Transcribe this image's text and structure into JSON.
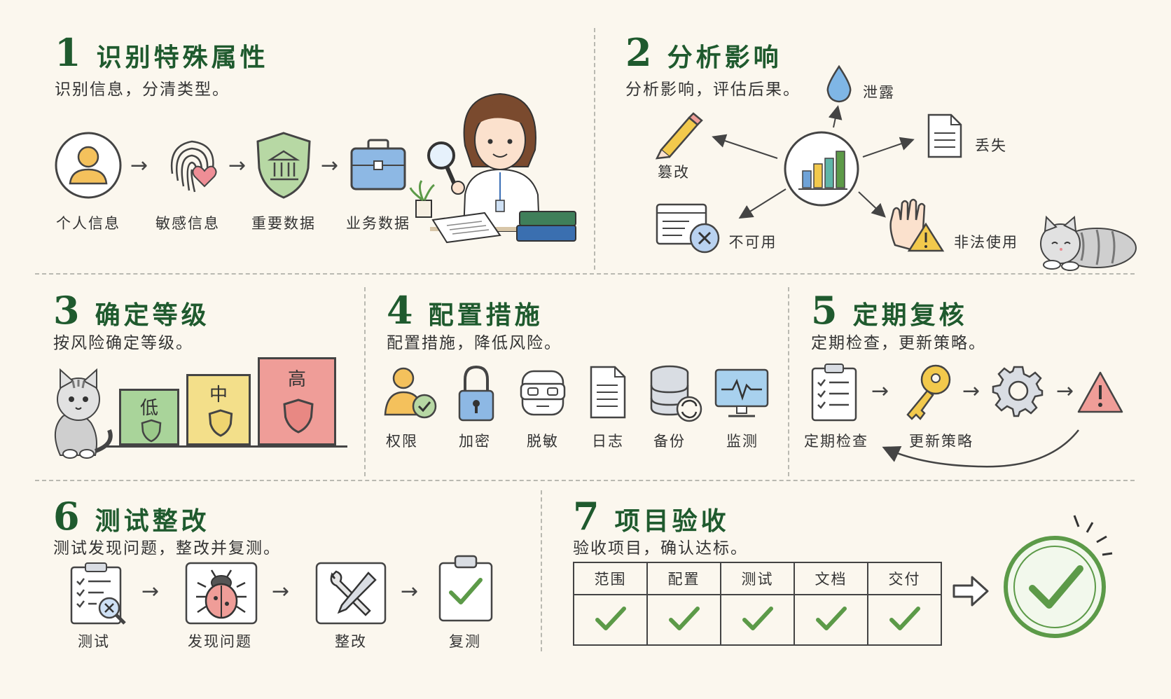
{
  "sections": {
    "s1": {
      "num": "1",
      "title": "识别特殊属性",
      "desc": "识别信息，分清类型。",
      "items": [
        {
          "label": "个人信息",
          "icon": "person-icon"
        },
        {
          "label": "敏感信息",
          "icon": "fingerprint-icon"
        },
        {
          "label": "重要数据",
          "icon": "shield-bank-icon"
        },
        {
          "label": "业务数据",
          "icon": "briefcase-icon"
        }
      ]
    },
    "s2": {
      "num": "2",
      "title": "分析影响",
      "desc": "分析影响，评估后果。",
      "center_icon": "bar-chart-icon",
      "impacts": [
        {
          "label": "泄露",
          "icon": "water-drop-icon"
        },
        {
          "label": "丢失",
          "icon": "document-icon"
        },
        {
          "label": "篡改",
          "icon": "pencil-icon"
        },
        {
          "label": "不可用",
          "icon": "window-error-icon"
        },
        {
          "label": "非法使用",
          "icon": "hand-warning-icon"
        }
      ]
    },
    "s3": {
      "num": "3",
      "title": "确定等级",
      "desc": "按风险确定等级。",
      "levels": [
        {
          "label": "低",
          "color": "#a9d49a"
        },
        {
          "label": "中",
          "color": "#f3df8a"
        },
        {
          "label": "高",
          "color": "#ef9d98"
        }
      ]
    },
    "s4": {
      "num": "4",
      "title": "配置措施",
      "desc": "配置措施，降低风险。",
      "items": [
        {
          "label": "权限",
          "icon": "user-check-icon"
        },
        {
          "label": "加密",
          "icon": "lock-icon"
        },
        {
          "label": "脱敏",
          "icon": "mask-icon"
        },
        {
          "label": "日志",
          "icon": "log-icon"
        },
        {
          "label": "备份",
          "icon": "database-backup-icon"
        },
        {
          "label": "监测",
          "icon": "monitor-icon"
        }
      ]
    },
    "s5": {
      "num": "5",
      "title": "定期复核",
      "desc": "定期检查，更新策略。",
      "items": [
        {
          "label": "定期检查",
          "icon": "checklist-icon"
        },
        {
          "label": "更新策略",
          "icon": "key-icon"
        }
      ]
    },
    "s6": {
      "num": "6",
      "title": "测试整改",
      "desc": "测试发现问题，整改并复测。",
      "items": [
        {
          "label": "测试",
          "icon": "clipboard-search-icon"
        },
        {
          "label": "发现问题",
          "icon": "bug-icon"
        },
        {
          "label": "整改",
          "icon": "tools-icon"
        },
        {
          "label": "复测",
          "icon": "clipboard-check-icon"
        }
      ]
    },
    "s7": {
      "num": "7",
      "title": "项目验收",
      "desc": "验收项目，确认达标。",
      "columns": [
        "范围",
        "配置",
        "测试",
        "文档",
        "交付"
      ]
    }
  },
  "colors": {
    "heading": "#1f5a2e",
    "check": "#5c9a48",
    "warning": "#f2c94c",
    "danger": "#e67f7c",
    "blue": "#6fa3d8"
  }
}
